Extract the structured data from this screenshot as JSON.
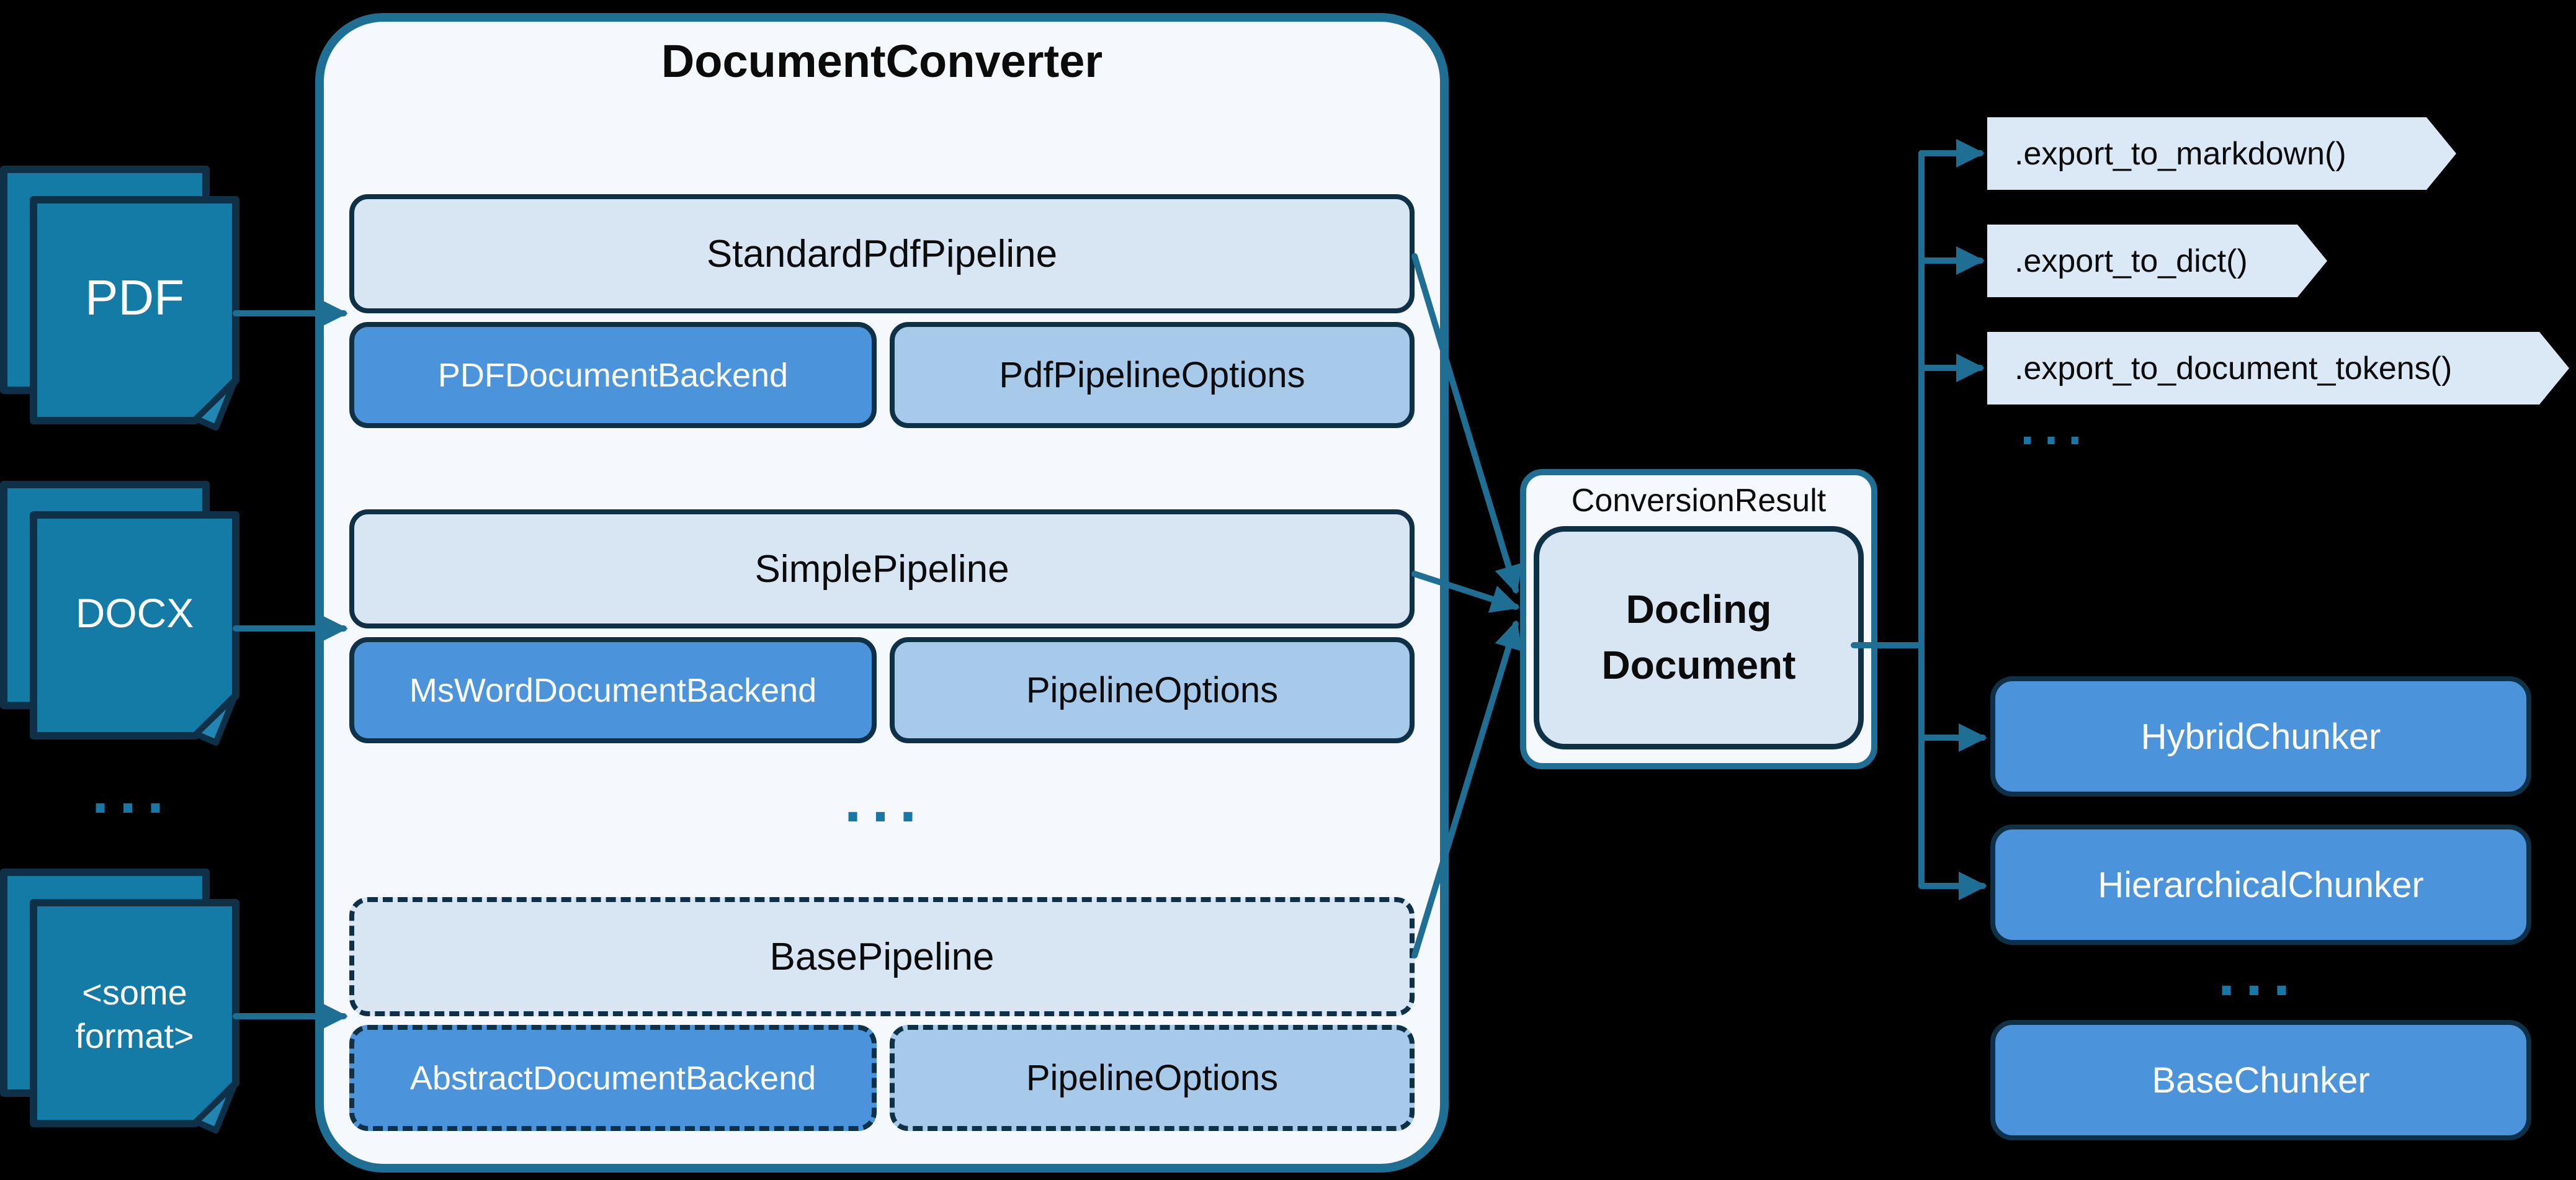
{
  "colors": {
    "background": "#000000",
    "accent_teal_line": "#1f6f94",
    "paper_fill": "#147ba6",
    "dark_border": "#0e3148",
    "container_fill": "#f5f8fd",
    "pipeline_fill": "#d8e6f4",
    "backend_fill": "#4b93da",
    "options_fill": "#a7c9ea",
    "chevron_fill": "#dbe9f7",
    "chunker_fill": "#4b93da",
    "ellipsis_dots": "#1878a5"
  },
  "inputs": {
    "items": [
      {
        "label": "PDF"
      },
      {
        "label": "DOCX"
      },
      {
        "label": "<some format>"
      }
    ],
    "ellipsis": "..."
  },
  "converter": {
    "title": "DocumentConverter",
    "pipelines": [
      {
        "name": "StandardPdfPipeline",
        "backend": "PDFDocumentBackend",
        "options": "PdfPipelineOptions"
      },
      {
        "name": "SimplePipeline",
        "backend": "MsWordDocumentBackend",
        "options": "PipelineOptions"
      },
      {
        "name": "BasePipeline",
        "backend": "AbstractDocumentBackend",
        "options": "PipelineOptions"
      }
    ],
    "ellipsis": "..."
  },
  "result": {
    "label": "ConversionResult",
    "document": "Docling Document"
  },
  "exports": {
    "items": [
      {
        "label": ".export_to_markdown()"
      },
      {
        "label": ".export_to_dict()"
      },
      {
        "label": ".export_to_document_tokens()"
      }
    ],
    "ellipsis": "..."
  },
  "chunkers": {
    "items": [
      {
        "label": "HybridChunker"
      },
      {
        "label": "HierarchicalChunker"
      },
      {
        "label": "BaseChunker"
      }
    ],
    "ellipsis": "..."
  }
}
